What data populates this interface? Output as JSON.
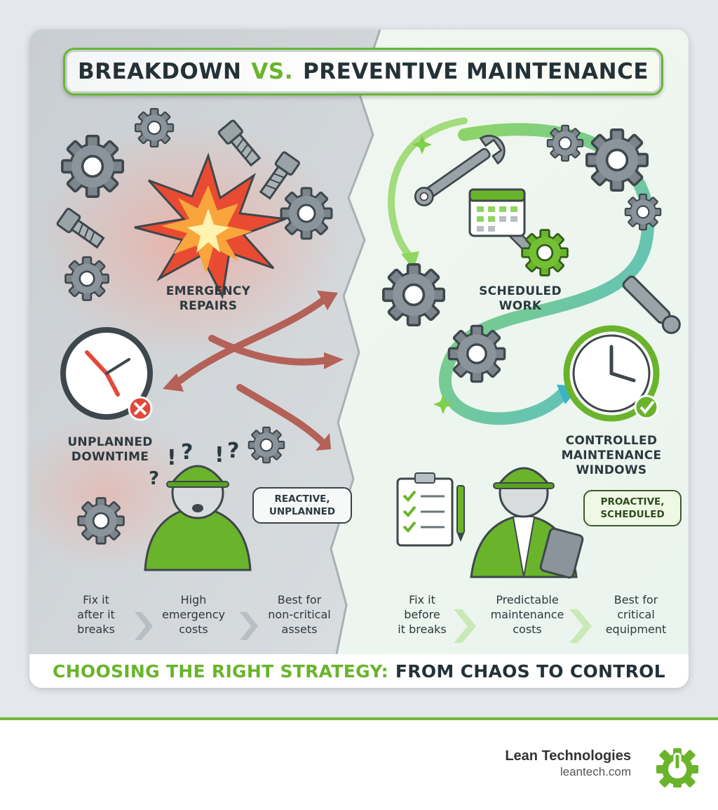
{
  "title": {
    "part1": "BREAKDOWN",
    "vs": "VS.",
    "part2": "PREVENTIVE MAINTENANCE"
  },
  "left": {
    "emergency": "EMERGENCY\nREPAIRS",
    "downtime": "UNPLANNED\nDOWNTIME",
    "bubble": "REACTIVE,\nUNPLANNED",
    "features": [
      "Fix it\nafter it\nbreaks",
      "High\nemergency\ncosts",
      "Best for\nnon-critical\nassets"
    ]
  },
  "right": {
    "scheduled": "SCHEDULED\nWORK",
    "windows": "CONTROLLED\nMAINTENANCE\nWINDOWS",
    "bubble": "PROACTIVE,\nSCHEDULED",
    "features": [
      "Fix it\nbefore\nit breaks",
      "Predictable\nmaintenance\ncosts",
      "Best for\ncritical\nequipment"
    ]
  },
  "footer": {
    "green": "CHOOSING THE RIGHT STRATEGY:",
    "dark": "FROM CHAOS TO CONTROL"
  },
  "brand": {
    "name": "Lean Technologies",
    "url": "leantech.com"
  },
  "colors": {
    "accent_green": "#6ab42c",
    "danger_red": "#e2483a",
    "dark_text": "#243238"
  }
}
